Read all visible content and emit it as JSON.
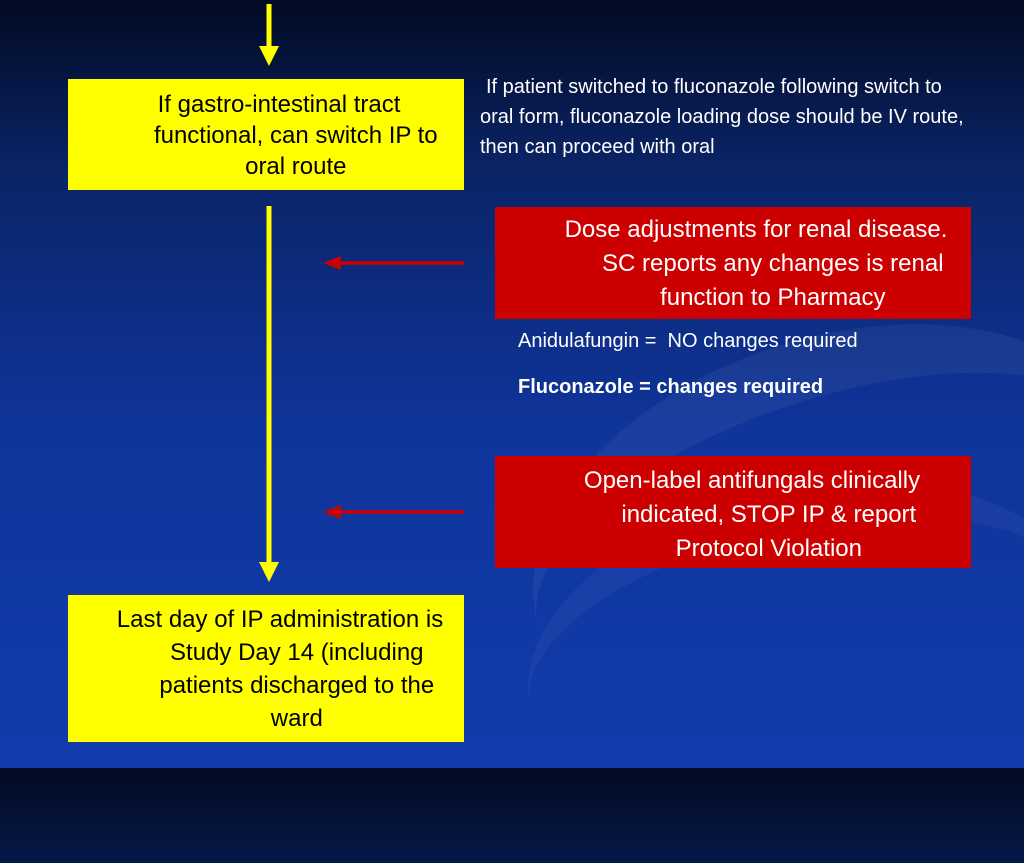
{
  "flow": {
    "gi_switch_box": "If gastro-intestinal tract functional, can switch IP to oral route",
    "fluconazole_note": "If patient switched to fluconazole following switch to oral form, fluconazole loading dose should be IV route, then can proceed with oral",
    "renal_box": "Dose adjustments for renal disease. SC reports any changes is renal function to Pharmacy",
    "anidulafungin_note": "Anidulafungin =  NO changes required",
    "fluconazole_renal_note": "Fluconazole = changes required",
    "open_label_box": "Open-label antifungals clinically indicated, STOP IP & report Protocol Violation",
    "last_day_box": "Last day of IP administration is Study Day 14 (including patients discharged to the ward"
  },
  "colors": {
    "yellow_box": "#ffff00",
    "red_box": "#cc0000",
    "arrow_yellow": "#ffff00",
    "arrow_red": "#cc0000"
  }
}
